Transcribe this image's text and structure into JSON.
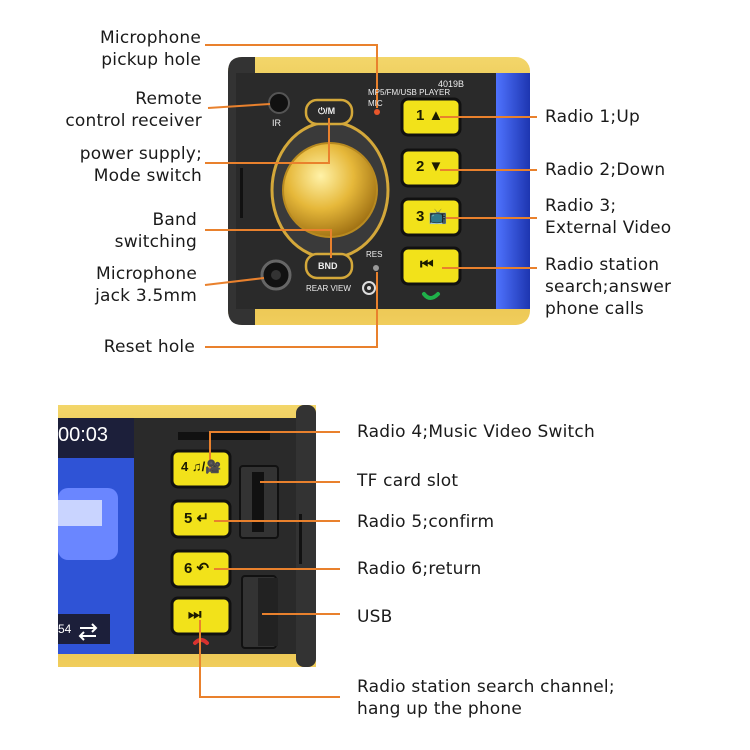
{
  "colors": {
    "leader": "#e9812d",
    "gold": "#e7c24c",
    "panel": "#2b2b2b",
    "button": "#f2e21a",
    "screen_blue": "#2f53d6"
  },
  "device_top": {
    "model": "4019B",
    "player": "MP5/FM/USB PLAYER",
    "mic": "MIC",
    "ir": "IR",
    "power": "⏻/M",
    "band": "BND",
    "res": "RES",
    "rear_view": "REAR VIEW",
    "buttons": [
      "1 ▲",
      "2 ▼",
      "3 📺",
      "⏮"
    ]
  },
  "device_bottom": {
    "time": "00:03",
    "track": "54",
    "buttons": [
      "4 ♫/🎥",
      "5 ↵",
      "6 ↶",
      "⏭"
    ]
  },
  "labels_top_left": [
    [
      "Microphone",
      "pickup hole"
    ],
    [
      "Remote",
      "control receiver"
    ],
    [
      "power supply;",
      "Mode switch"
    ],
    [
      "Band",
      "switching"
    ],
    [
      "Microphone",
      "jack 3.5mm"
    ],
    [
      "Reset hole"
    ]
  ],
  "labels_top_right": [
    [
      "Radio 1;Up"
    ],
    [
      "Radio 2;Down"
    ],
    [
      "Radio 3;",
      "External Video"
    ],
    [
      "Radio station",
      "search;answer",
      "phone calls"
    ]
  ],
  "labels_bottom": [
    [
      "Radio 4;Music Video Switch"
    ],
    [
      "TF card slot"
    ],
    [
      "Radio 5;confirm"
    ],
    [
      "Radio 6;return"
    ],
    [
      "USB"
    ],
    [
      "Radio station search channel;",
      "hang up the phone"
    ]
  ]
}
